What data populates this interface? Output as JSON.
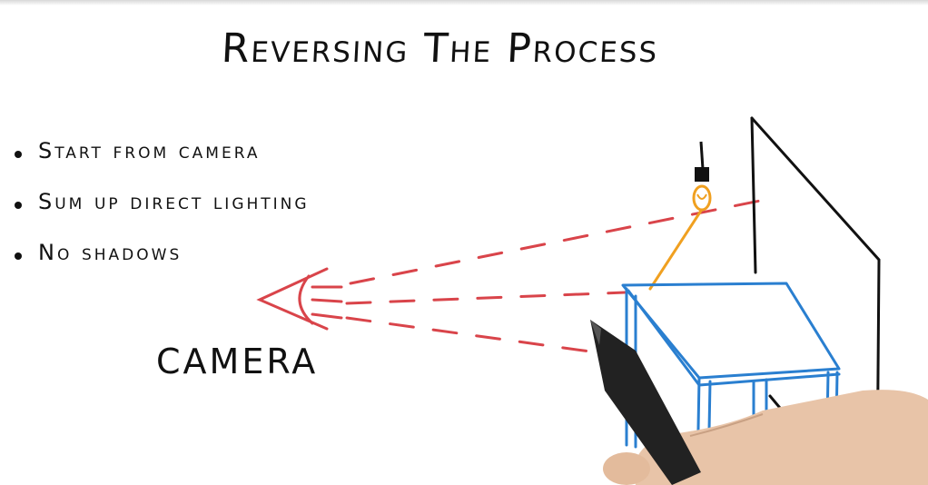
{
  "title": "Reversing The Process",
  "bullets": [
    "Start from camera",
    "Sum up direct lighting",
    "No shadows"
  ],
  "camera_label": "CAMERA",
  "colors": {
    "rays": "#d9444a",
    "table": "#2a7fd0",
    "light_ray": "#f0a020",
    "ink": "#111111",
    "hand": "#e8c4a8"
  },
  "icons": [
    "eye-icon",
    "light-bulb-icon",
    "table-icon",
    "pen-icon",
    "hand-icon"
  ]
}
